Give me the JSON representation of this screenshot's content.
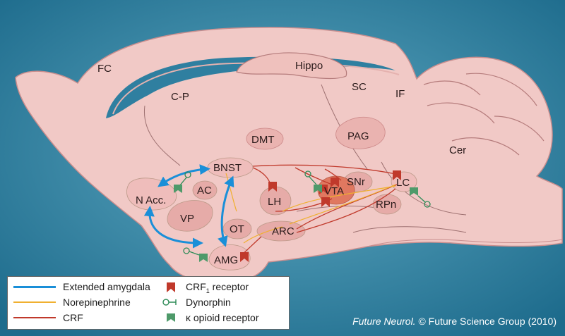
{
  "regions": {
    "fc": "FC",
    "cp": "C-P",
    "hippo": "Hippo",
    "sc": "SC",
    "if": "IF",
    "dmt": "DMT",
    "pag": "PAG",
    "cer": "Cer",
    "bnst": "BNST",
    "nacc": "N Acc.",
    "ac": "AC",
    "lh": "LH",
    "vta": "VTA",
    "snr": "SNr",
    "lc": "LC",
    "rpn": "RPn",
    "vp": "VP",
    "ot": "OT",
    "arc": "ARC",
    "amg": "AMG"
  },
  "legend": {
    "extended_amygdala": "Extended amygdala",
    "norepinephrine": "Norepinephrine",
    "crf": "CRF",
    "crf1_prefix": "CRF",
    "crf1_sub": "1",
    "crf1_suffix": " receptor",
    "dynorphin": "Dynorphin",
    "kappa": "κ opioid receptor"
  },
  "credit": {
    "journal": "Future Neurol.",
    "rest": " © Future Science Group (2010)"
  },
  "colors": {
    "background": "#2f7fa0",
    "brain": "#f1c9c6",
    "extended_amygdala": "#1a8fd8",
    "norepinephrine": "#f0b030",
    "crf": "#c0392b",
    "crf1_receptor": "#c0392b",
    "dynorphin": "#2e8b57",
    "kappa_receptor": "#4e9a6a",
    "vta": "#e07860"
  }
}
